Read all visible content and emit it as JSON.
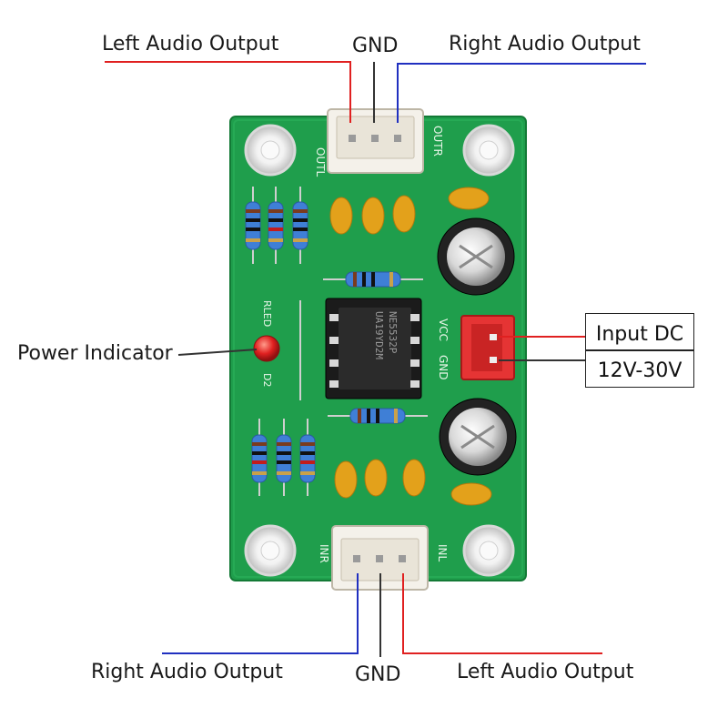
{
  "labels": {
    "top_left": "Left Audio Output",
    "top_gnd": "GND",
    "top_right": "Right Audio Output",
    "bottom_left": "Right Audio Output",
    "bottom_gnd": "GND",
    "bottom_right": "Left Audio Output",
    "power_indicator": "Power Indicator",
    "input_line1": "Input DC",
    "input_line2": "12V-30V"
  },
  "silkscreen": {
    "outl": "OUTL",
    "outr": "OUTR",
    "inr": "INR",
    "inl": "INL",
    "rled": "RLED",
    "d2": "D2",
    "vcc": "VCC",
    "gnd": "GND",
    "chip_line1": "UA19YD2M",
    "chip_line2": "NE5532P"
  },
  "colors": {
    "board": "#1c9a4a",
    "left_wire": "#e02020",
    "right_wire": "#2030c0",
    "gnd_wire": "#333333",
    "power_connector": "#e53030",
    "led": "#e02020"
  }
}
